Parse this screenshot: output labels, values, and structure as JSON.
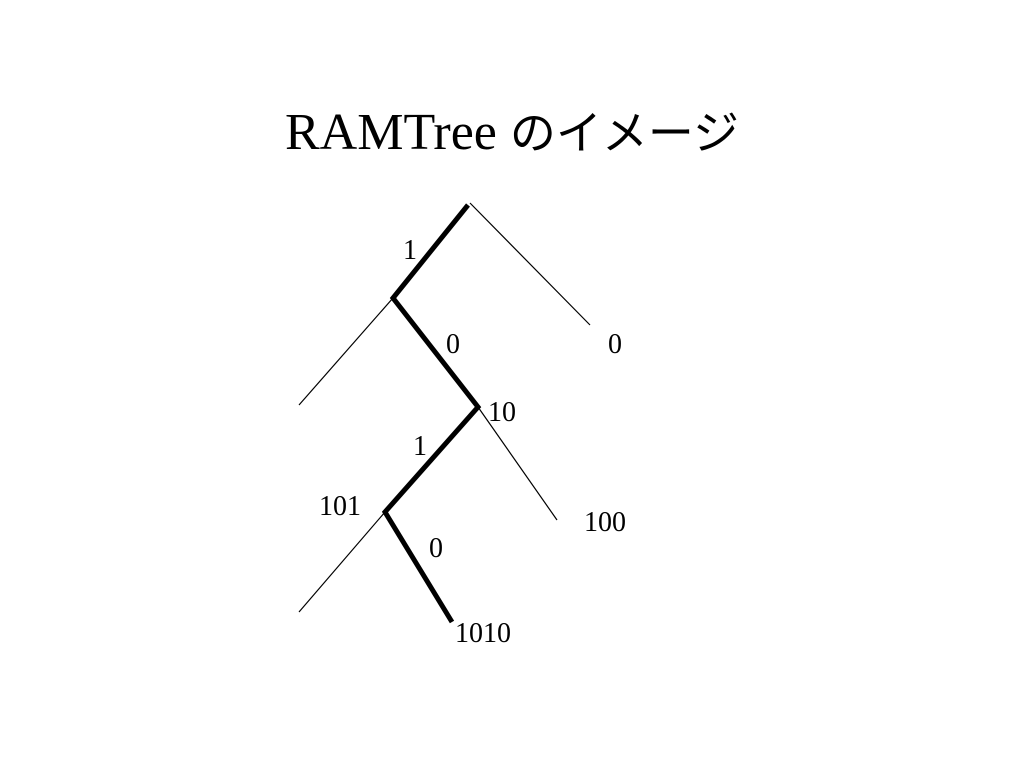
{
  "slide": {
    "title_latin": "RAMTree",
    "title_japanese": "のイメージ"
  },
  "tree": {
    "edge_labels": [
      "1",
      "0",
      "1",
      "0"
    ],
    "sibling_edge_label": "0",
    "node_labels": [
      "10",
      "101",
      "100",
      "1010"
    ]
  }
}
